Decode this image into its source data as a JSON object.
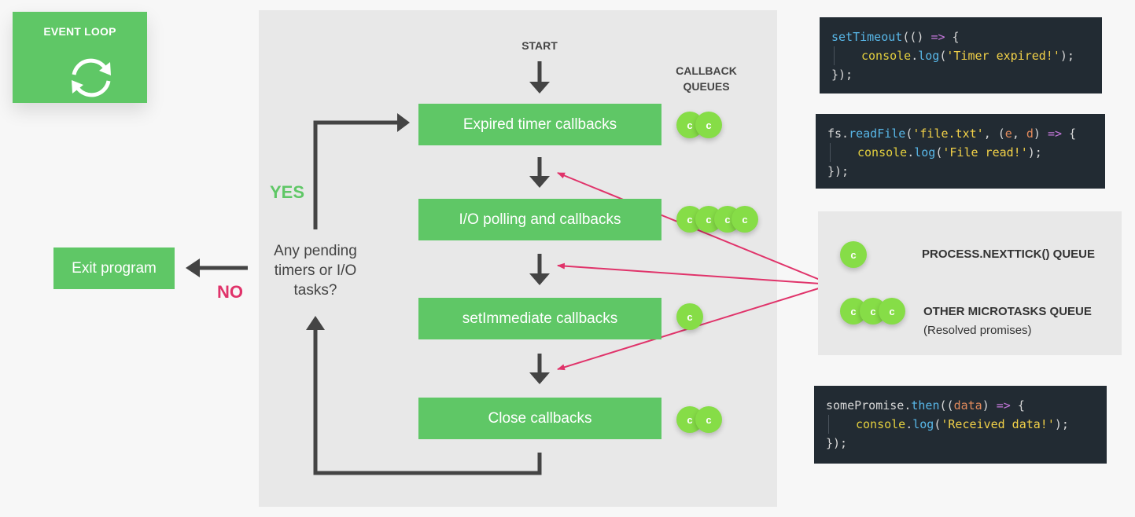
{
  "badge": {
    "title": "EVENT LOOP",
    "icon": "cycle-arrows-icon"
  },
  "flow": {
    "start": "START",
    "queues_heading": "CALLBACK QUEUES",
    "steps": [
      {
        "label": "Expired timer callbacks",
        "callbacks": 2
      },
      {
        "label": "I/O polling and callbacks",
        "callbacks": 4
      },
      {
        "label": "setImmediate callbacks",
        "callbacks": 1
      },
      {
        "label": "Close callbacks",
        "callbacks": 2
      }
    ],
    "callback_glyph": "c",
    "question": "Any pending timers or I/O tasks?",
    "yes": "YES",
    "no": "NO",
    "exit": "Exit program"
  },
  "microtasks": {
    "nexttick": {
      "label": "PROCESS.NEXTTICK() QUEUE",
      "callbacks": 1
    },
    "other": {
      "label": "OTHER MICROTASKS QUEUE",
      "sublabel": "(Resolved promises)",
      "callbacks": 3
    }
  },
  "code": {
    "timeout": [
      "setTimeout(() => {",
      "console.log('Timer expired!');",
      "});"
    ],
    "readfile": [
      "fs.readFile('file.txt', (e, d) => {",
      "console.log('File read!');",
      "});"
    ],
    "promise": [
      "somePromise.then((data) => {",
      "console.log('Received data!');",
      "});"
    ]
  },
  "colors": {
    "green": "#5fc766",
    "coin": "#86dd47",
    "accent_red": "#e0336a",
    "panel": "#e8e8e8",
    "code_bg": "#222b33",
    "dark": "#444444"
  }
}
